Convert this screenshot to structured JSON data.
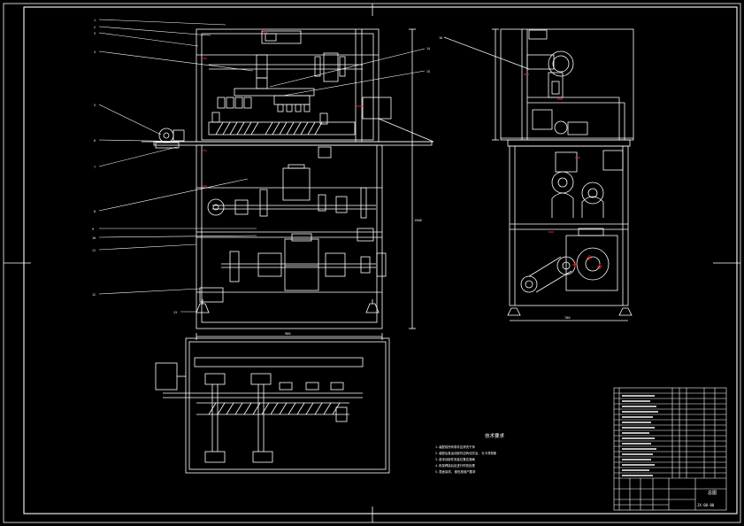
{
  "drawing": {
    "colors": {
      "background": "#000000",
      "lines": "#ffffff",
      "accent": "#ff2a2a"
    },
    "notes": {
      "heading": "技术要求",
      "lines": [
        "1.装配前所有零件应清洗干净",
        "2.装配后各运动部件应转动灵活, 无卡滞现象",
        "3.各传动部件安装位置应准确",
        "4.机架焊接后应进行时效处理",
        "5.表面涂漆, 颜色按用户要求"
      ]
    },
    "title_block": {
      "name": "总图",
      "drawing_no": "JX-00-00"
    },
    "leaders_left": [
      "1",
      "2",
      "3",
      "4",
      "5",
      "6",
      "7",
      "8",
      "9",
      "10",
      "11",
      "12",
      "13"
    ],
    "leaders_right": [
      "14",
      "15",
      "16"
    ],
    "dimensions": {
      "width": "900",
      "height": "1500",
      "side_width": "700"
    }
  }
}
